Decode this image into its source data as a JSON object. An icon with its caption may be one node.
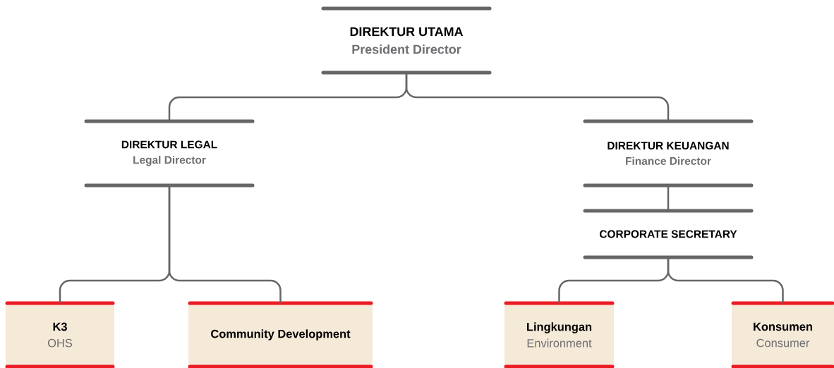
{
  "diagram": {
    "nodes": [
      {
        "text": [
          "DIREKTUR UTAMA",
          "President Director"
        ]
      },
      {
        "text": [
          "DIREKTUR LEGAL",
          "Legal Director"
        ]
      },
      {
        "text": [
          "DIREKTUR KEUANGAN",
          "Finance Director"
        ]
      },
      {
        "text": [
          "CORPORATE SECRETARY"
        ]
      },
      {
        "text": [
          "K3",
          "OHS"
        ]
      },
      {
        "text": [
          "Community Development"
        ]
      },
      {
        "text": [
          "Lingkungan",
          "Environment"
        ]
      },
      {
        "text": [
          "Konsumen",
          "Consumer"
        ]
      }
    ],
    "edges": [
      {
        "from": 0,
        "to": 1,
        "arrow": "none"
      },
      {
        "from": 0,
        "to": 2,
        "arrow": "none"
      },
      {
        "from": 1,
        "to": 4,
        "arrow": "none"
      },
      {
        "from": 1,
        "to": 5,
        "arrow": "none"
      },
      {
        "from": 2,
        "to": 3,
        "arrow": "none"
      },
      {
        "from": 3,
        "to": 6,
        "arrow": "none"
      },
      {
        "from": 3,
        "to": 7,
        "arrow": "none"
      }
    ]
  }
}
